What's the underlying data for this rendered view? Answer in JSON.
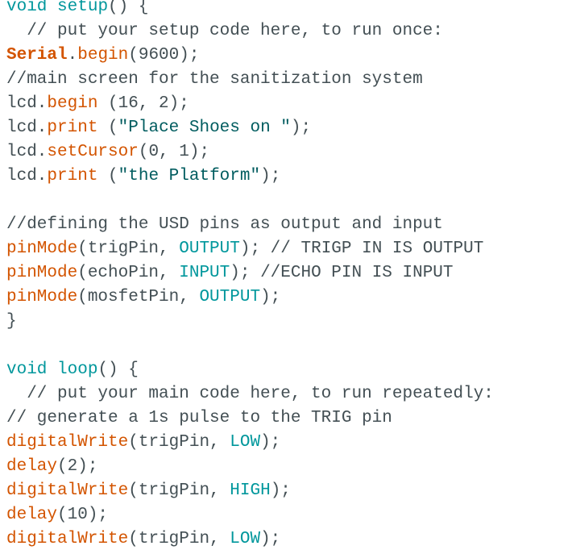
{
  "code_lines": [
    [
      {
        "t": "void",
        "c": "kw"
      },
      {
        "t": " ",
        "c": "txt"
      },
      {
        "t": "setup",
        "c": "kw"
      },
      {
        "t": "() {",
        "c": "txt"
      }
    ],
    [
      {
        "t": "  // put your setup code here, to run once:",
        "c": "cmt"
      }
    ],
    [
      {
        "t": "Serial",
        "c": "cls"
      },
      {
        "t": ".",
        "c": "txt"
      },
      {
        "t": "begin",
        "c": "fn"
      },
      {
        "t": "(9600);",
        "c": "txt"
      }
    ],
    [
      {
        "t": "//main screen for the sanitization system",
        "c": "cmt"
      }
    ],
    [
      {
        "t": "lcd.",
        "c": "txt"
      },
      {
        "t": "begin",
        "c": "fn"
      },
      {
        "t": " (16, 2);",
        "c": "txt"
      }
    ],
    [
      {
        "t": "lcd.",
        "c": "txt"
      },
      {
        "t": "print",
        "c": "fn"
      },
      {
        "t": " (",
        "c": "txt"
      },
      {
        "t": "\"Place Shoes on \"",
        "c": "str"
      },
      {
        "t": ");",
        "c": "txt"
      }
    ],
    [
      {
        "t": "lcd.",
        "c": "txt"
      },
      {
        "t": "setCursor",
        "c": "fn"
      },
      {
        "t": "(0, 1);",
        "c": "txt"
      }
    ],
    [
      {
        "t": "lcd.",
        "c": "txt"
      },
      {
        "t": "print",
        "c": "fn"
      },
      {
        "t": " (",
        "c": "txt"
      },
      {
        "t": "\"the Platform\"",
        "c": "str"
      },
      {
        "t": ");",
        "c": "txt"
      }
    ],
    [],
    [
      {
        "t": "//defining the USD pins as output and input",
        "c": "cmt"
      }
    ],
    [
      {
        "t": "pinMode",
        "c": "fn"
      },
      {
        "t": "(trigPin, ",
        "c": "txt"
      },
      {
        "t": "OUTPUT",
        "c": "const"
      },
      {
        "t": "); // TRIGP IN IS OUTPUT",
        "c": "txt"
      }
    ],
    [
      {
        "t": "pinMode",
        "c": "fn"
      },
      {
        "t": "(echoPin, ",
        "c": "txt"
      },
      {
        "t": "INPUT",
        "c": "const"
      },
      {
        "t": "); //ECHO PIN IS INPUT",
        "c": "txt"
      }
    ],
    [
      {
        "t": "pinMode",
        "c": "fn"
      },
      {
        "t": "(mosfetPin, ",
        "c": "txt"
      },
      {
        "t": "OUTPUT",
        "c": "const"
      },
      {
        "t": ");",
        "c": "txt"
      }
    ],
    [
      {
        "t": "}",
        "c": "txt"
      }
    ],
    [],
    [
      {
        "t": "void",
        "c": "kw"
      },
      {
        "t": " ",
        "c": "txt"
      },
      {
        "t": "loop",
        "c": "kw"
      },
      {
        "t": "() {",
        "c": "txt"
      }
    ],
    [
      {
        "t": "  // put your main code here, to run repeatedly:",
        "c": "cmt"
      }
    ],
    [
      {
        "t": "// generate a 1s pulse to the TRIG pin",
        "c": "cmt"
      }
    ],
    [
      {
        "t": "digitalWrite",
        "c": "fn"
      },
      {
        "t": "(trigPin, ",
        "c": "txt"
      },
      {
        "t": "LOW",
        "c": "const"
      },
      {
        "t": ");",
        "c": "txt"
      }
    ],
    [
      {
        "t": "delay",
        "c": "fn"
      },
      {
        "t": "(2);",
        "c": "txt"
      }
    ],
    [
      {
        "t": "digitalWrite",
        "c": "fn"
      },
      {
        "t": "(trigPin, ",
        "c": "txt"
      },
      {
        "t": "HIGH",
        "c": "const"
      },
      {
        "t": ");",
        "c": "txt"
      }
    ],
    [
      {
        "t": "delay",
        "c": "fn"
      },
      {
        "t": "(10);",
        "c": "txt"
      }
    ],
    [
      {
        "t": "digitalWrite",
        "c": "fn"
      },
      {
        "t": "(trigPin, ",
        "c": "txt"
      },
      {
        "t": "LOW",
        "c": "const"
      },
      {
        "t": ");",
        "c": "txt"
      }
    ]
  ],
  "colors": {
    "keyword": "#00979c",
    "function": "#d35400",
    "constant": "#00979c",
    "string": "#005c5f",
    "text": "#434f54",
    "background": "#ffffff"
  }
}
